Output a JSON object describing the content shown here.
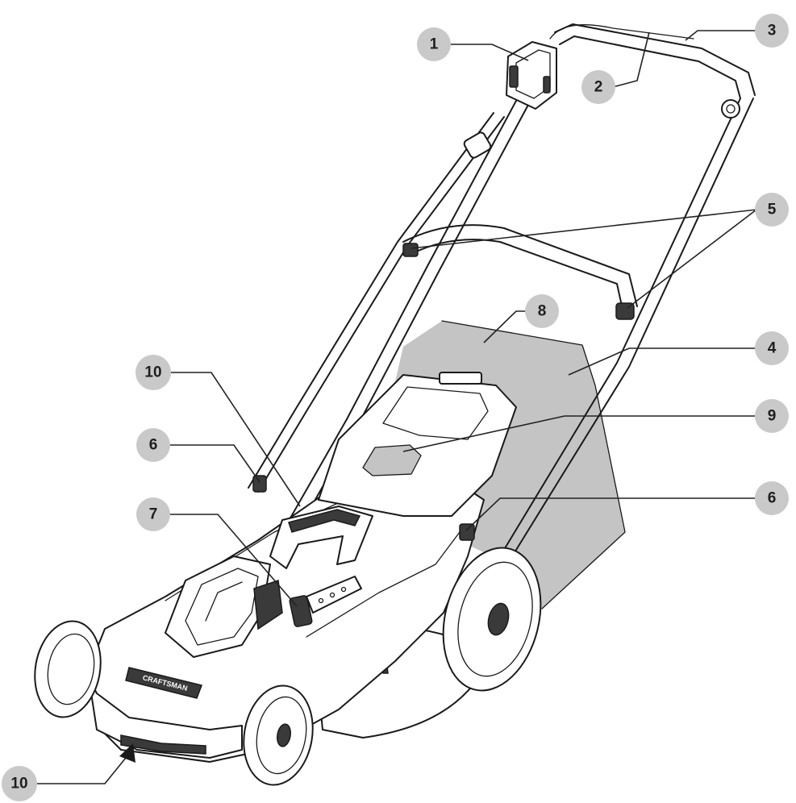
{
  "callouts": [
    {
      "id": "c1",
      "number": "1"
    },
    {
      "id": "c2",
      "number": "2"
    },
    {
      "id": "c3",
      "number": "3"
    },
    {
      "id": "c4",
      "number": "4"
    },
    {
      "id": "c5",
      "number": "5"
    },
    {
      "id": "c6a",
      "number": "6"
    },
    {
      "id": "c6b",
      "number": "6"
    },
    {
      "id": "c7",
      "number": "7"
    },
    {
      "id": "c8",
      "number": "8"
    },
    {
      "id": "c9",
      "number": "9"
    },
    {
      "id": "c10a",
      "number": "10"
    },
    {
      "id": "c10b",
      "number": "10"
    }
  ],
  "brand": {
    "text": "CRAFTSMAN"
  },
  "colors": {
    "badge": "#c9c9c9",
    "shading": "#c4c4c4",
    "line": "#1a1a1a"
  }
}
